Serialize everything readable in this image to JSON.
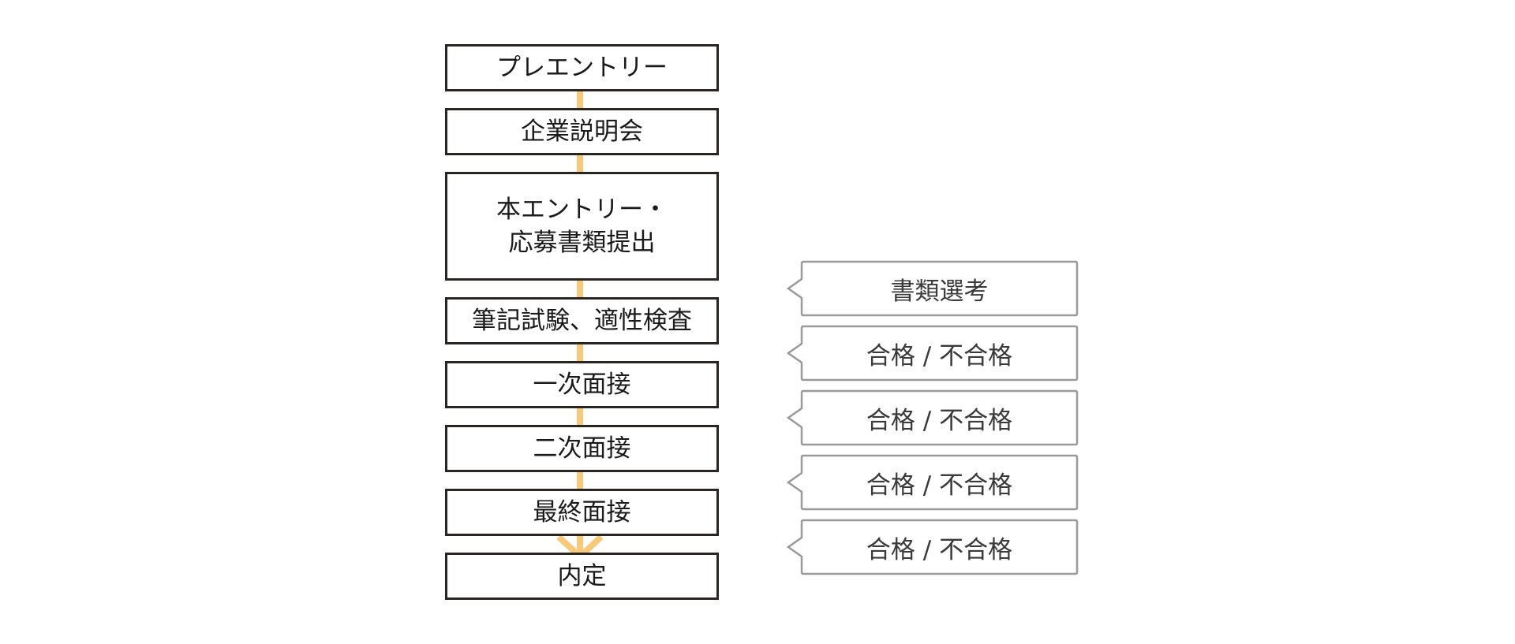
{
  "diagram": {
    "title": "",
    "steps": [
      {
        "id": "pre-entry",
        "lines": [
          "プレエントリー"
        ]
      },
      {
        "id": "company-briefing",
        "lines": [
          "企業説明会"
        ]
      },
      {
        "id": "entry-documents",
        "lines": [
          "本エントリー・",
          "応募書類提出"
        ]
      },
      {
        "id": "written-test",
        "lines": [
          "筆記試験、適性検査"
        ]
      },
      {
        "id": "first-interview",
        "lines": [
          "一次面接"
        ]
      },
      {
        "id": "second-interview",
        "lines": [
          "二次面接"
        ]
      },
      {
        "id": "final-interview",
        "lines": [
          "最終面接"
        ]
      },
      {
        "id": "offer",
        "lines": [
          "内定"
        ]
      }
    ],
    "results": [
      {
        "id": "document-screening",
        "label": "書類選考"
      },
      {
        "id": "result-written-test",
        "label": "合格 / 不合格"
      },
      {
        "id": "result-first-interview",
        "label": "合格 / 不合格"
      },
      {
        "id": "result-second-interview",
        "label": "合格 / 不合格"
      },
      {
        "id": "result-final-interview",
        "label": "合格 / 不合格"
      }
    ],
    "colors": {
      "connector": "#f7c97a",
      "step_border": "#2a2422",
      "result_border": "#9a9a9a"
    }
  }
}
